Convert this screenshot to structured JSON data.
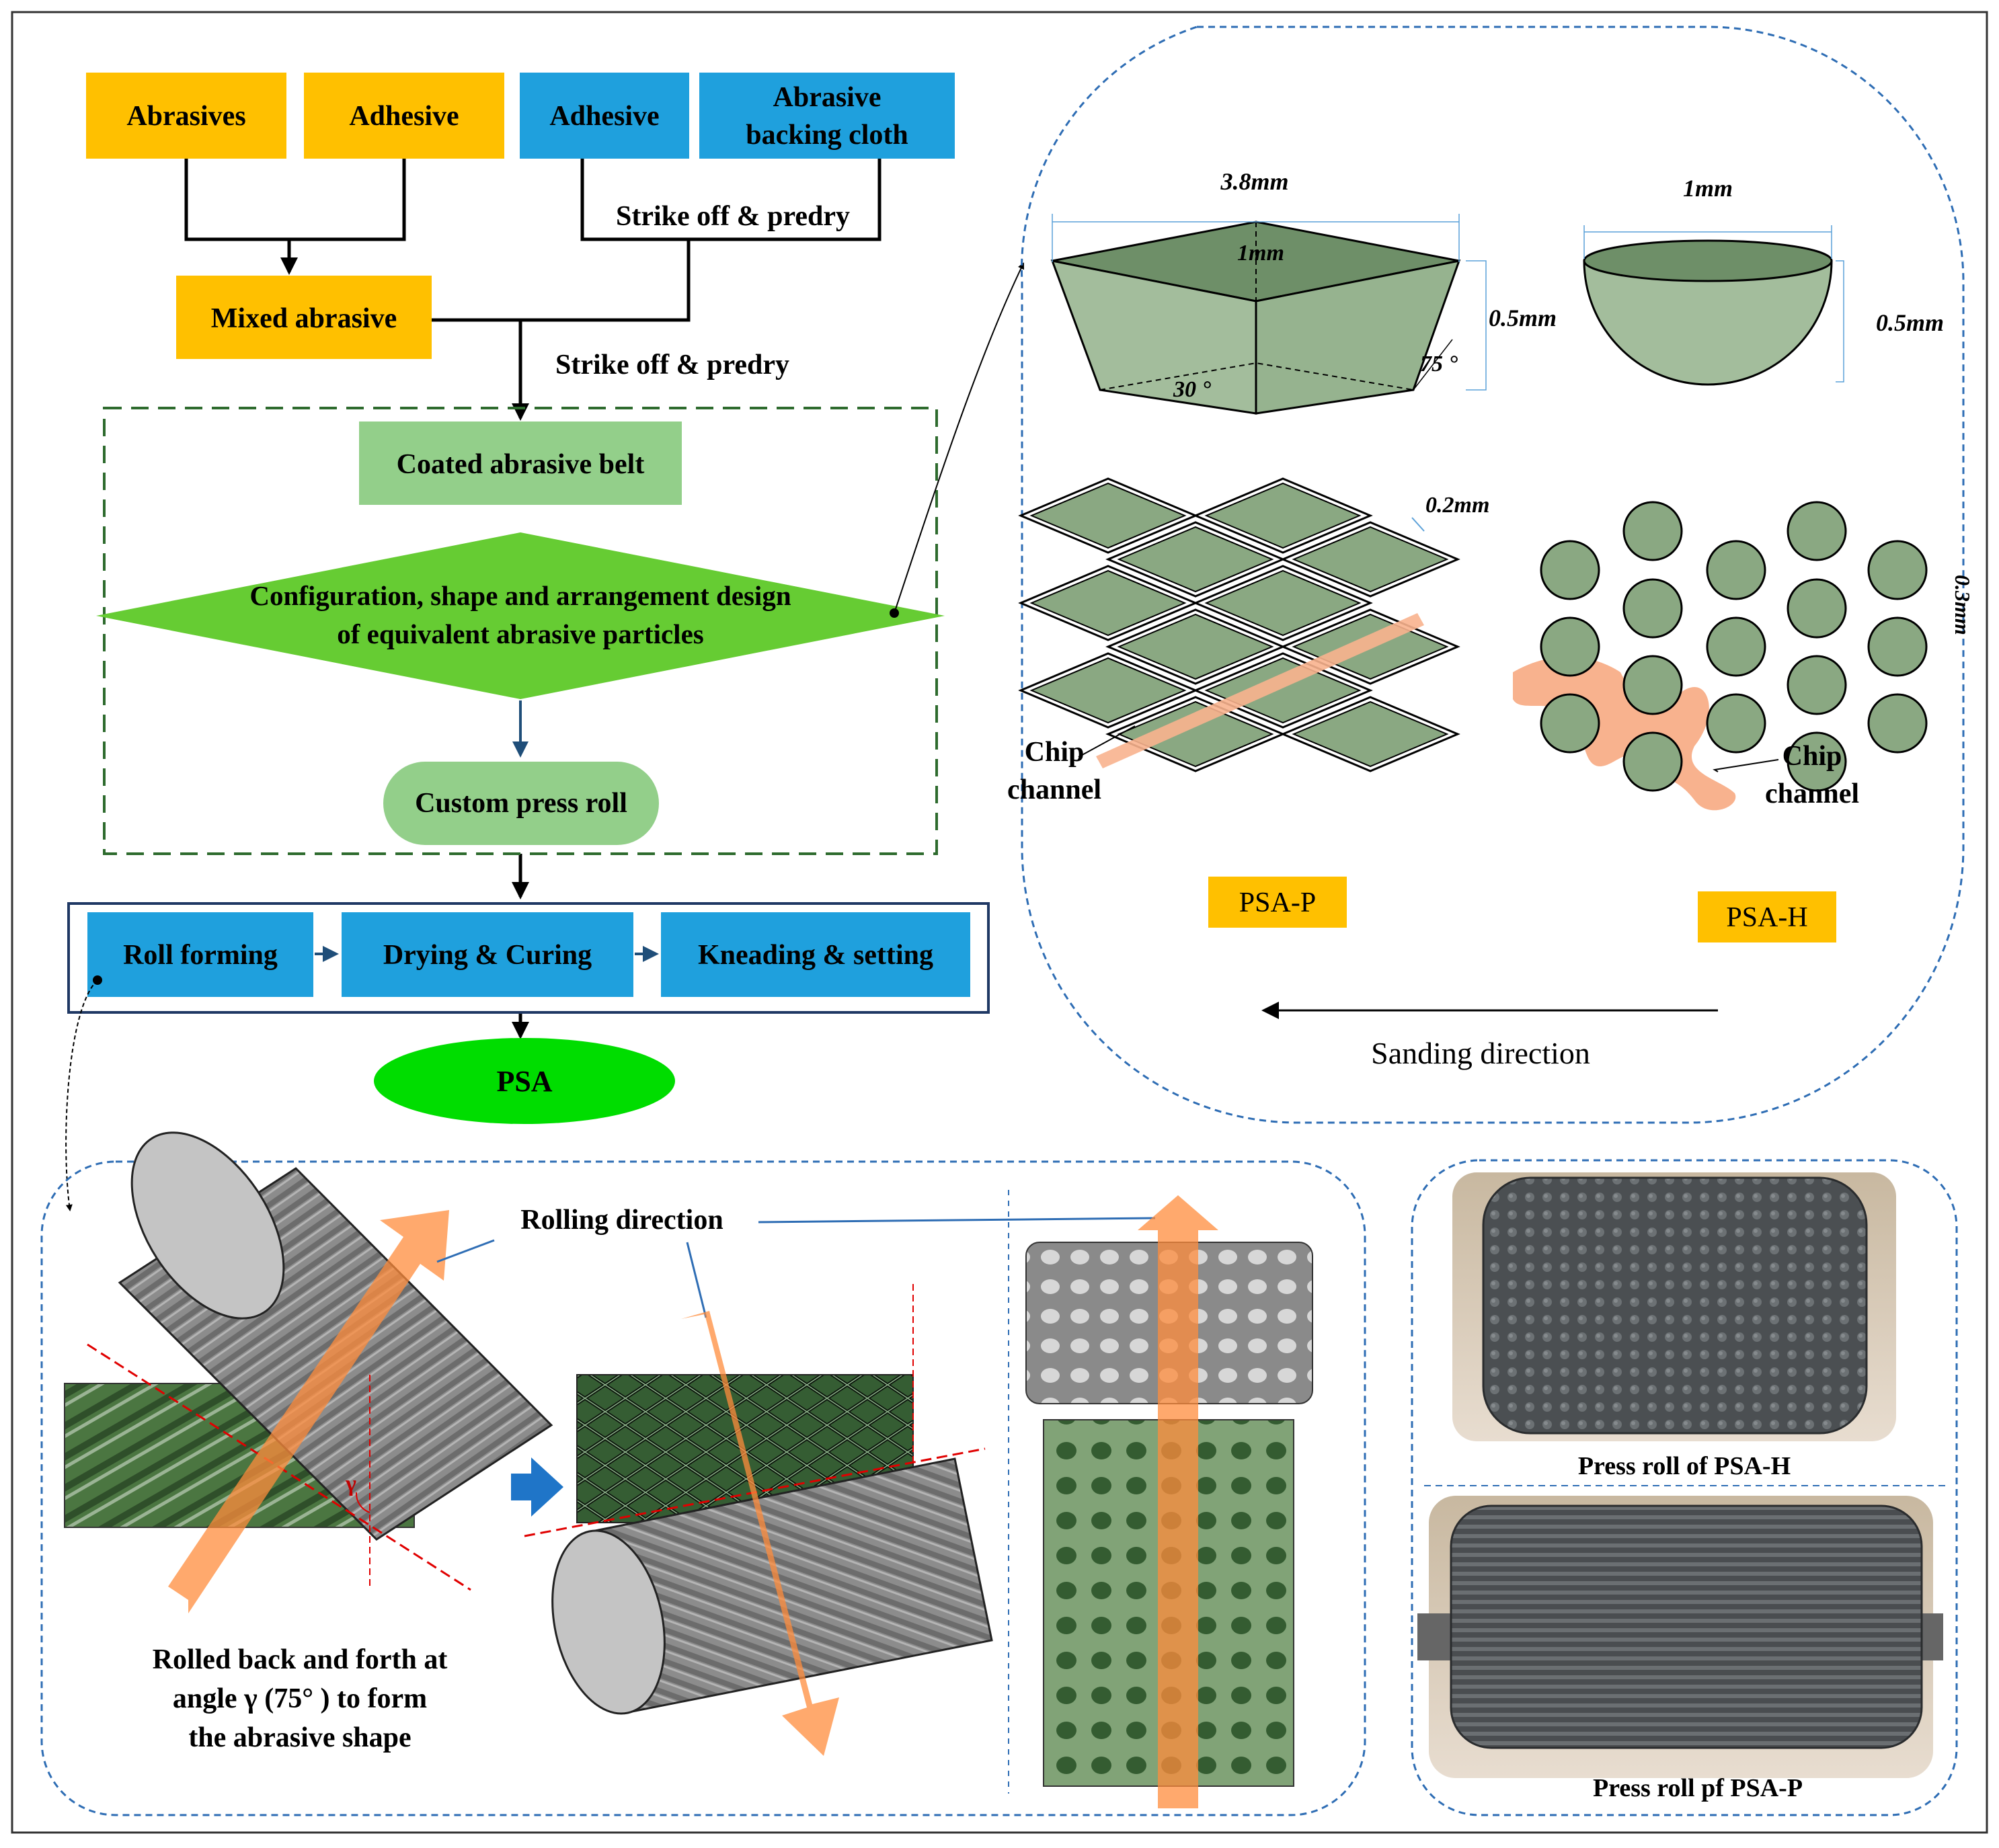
{
  "flow": {
    "input_abrasives": "Abrasives",
    "input_adhesive_1": "Adhesive",
    "input_adhesive_2": "Adhesive",
    "input_backing_line1": "Abrasive",
    "input_backing_line2": "backing cloth",
    "step_strike_1": "Strike off & predry",
    "mixed_abrasive": "Mixed abrasive",
    "step_strike_2": "Strike off & predry",
    "coated_belt": "Coated abrasive belt",
    "design_line1": "Configuration, shape and arrangement design",
    "design_line2": "of equivalent abrasive particles",
    "custom_roll": "Custom press roll",
    "roll_forming": "Roll forming",
    "drying_curing": "Drying & Curing",
    "kneading_setting": "Kneading & setting",
    "final_product": "PSA"
  },
  "geometry_panel": {
    "prism_top_width": "3.8mm",
    "prism_inner_width": "1mm",
    "prism_height": "0.5mm",
    "prism_side_angle": "75 °",
    "prism_base_angle": "30 °",
    "dome_width": "1mm",
    "dome_height": "0.5mm",
    "diamond_gap": "0.2mm",
    "circle_gap": "0.3mm",
    "chip_left_line1": "Chip",
    "chip_left_line2": "channel",
    "chip_right_line1": "Chip",
    "chip_right_line2": "channel",
    "label_psa_p": "PSA-P",
    "label_psa_h": "PSA-H",
    "sanding_direction": "Sanding direction"
  },
  "rolling_panel": {
    "rolling_direction": "Rolling direction",
    "gamma_left": "γ",
    "gamma_right": "γ",
    "caption_line1": "Rolled back and forth at",
    "caption_line2": "angle γ (75°  ) to form",
    "caption_line3": "the abrasive shape"
  },
  "photo_panel": {
    "caption_h": "Press roll of PSA-H",
    "caption_p": "Press roll pf PSA-P"
  },
  "colors": {
    "yellow_box": "#FFC000",
    "blue_box": "#1FA0DD",
    "light_green_box": "#93CF8A",
    "diamond_green": "#66CC33",
    "psa_green": "#00DD00",
    "particle_fill": "#8AA882",
    "particle_dark": "#6E8F68",
    "chip_orange": "#F8B28E",
    "arrow_orange": "#FF8C3C",
    "dashed_blue": "#2E6DB4",
    "dashed_green": "#2E6B2E",
    "roller_gray": "#9A9A9A",
    "belt_green": "#4E7A44"
  }
}
